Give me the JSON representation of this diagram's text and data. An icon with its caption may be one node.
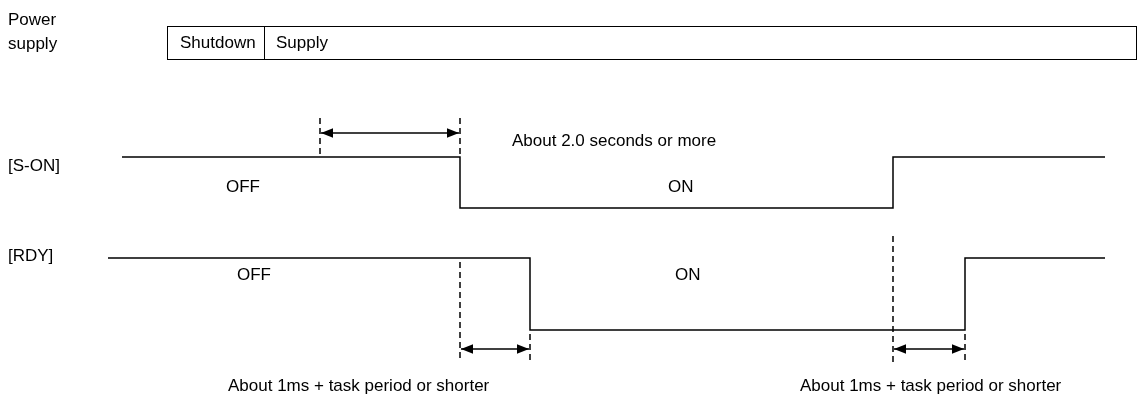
{
  "diagram": {
    "nodes": [
      {
        "text": [
          "Shutdown"
        ]
      },
      {
        "text": [
          "Supply"
        ]
      }
    ],
    "edges": [],
    "labels": [
      "Power supply",
      "About 2.0 seconds or more",
      "[S-ON]",
      "OFF",
      "ON",
      "[RDY]",
      "OFF",
      "ON",
      "About 1ms + task period or shorter",
      "About 1ms + task period or shorter"
    ]
  }
}
